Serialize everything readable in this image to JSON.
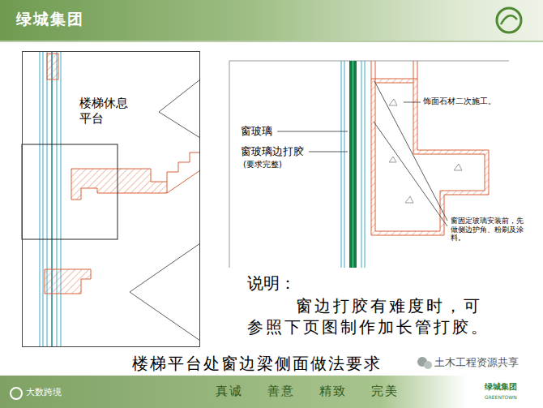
{
  "diagram": {
    "caption": "楼梯平台处窗边梁侧面做法要求",
    "nodes": [
      {
        "text": [
          "绿城集团"
        ]
      },
      {
        "text": [
          "楼梯休息平台"
        ]
      },
      {
        "text": [
          "大数跨境",
          "真诚",
          "善意",
          "精致",
          "完美",
          "绿城集团",
          "GREENTOWN"
        ]
      }
    ],
    "labels": [
      "窗玻璃",
      "窗玻璃边打胶",
      "(要求完整)",
      "饰面石材二次施工。",
      "窗固定玻璃安装前，先做侧边护角、粉刷及涂料。",
      "说明：",
      "窗边打胶有难度时，可参照下页图制作加长管打胶。",
      "土木工程资源共享"
    ]
  }
}
